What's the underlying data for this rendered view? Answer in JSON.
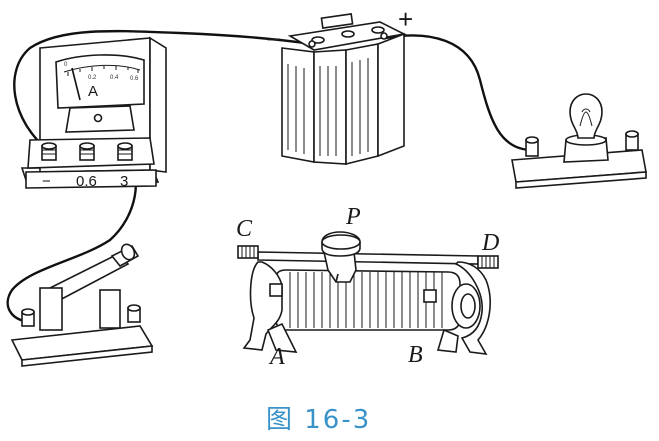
{
  "battery": {
    "negative_sign": "−",
    "positive_sign": "+"
  },
  "ammeter": {
    "symbol": "A",
    "dial_labels": [
      "0",
      "0.2",
      "0.4",
      "0.6"
    ],
    "terminals": [
      "−",
      "0.6",
      "3"
    ]
  },
  "rheostat": {
    "labels": {
      "c": "C",
      "d": "D",
      "p": "P",
      "a": "A",
      "b": "B"
    }
  },
  "caption": "图 16-3"
}
